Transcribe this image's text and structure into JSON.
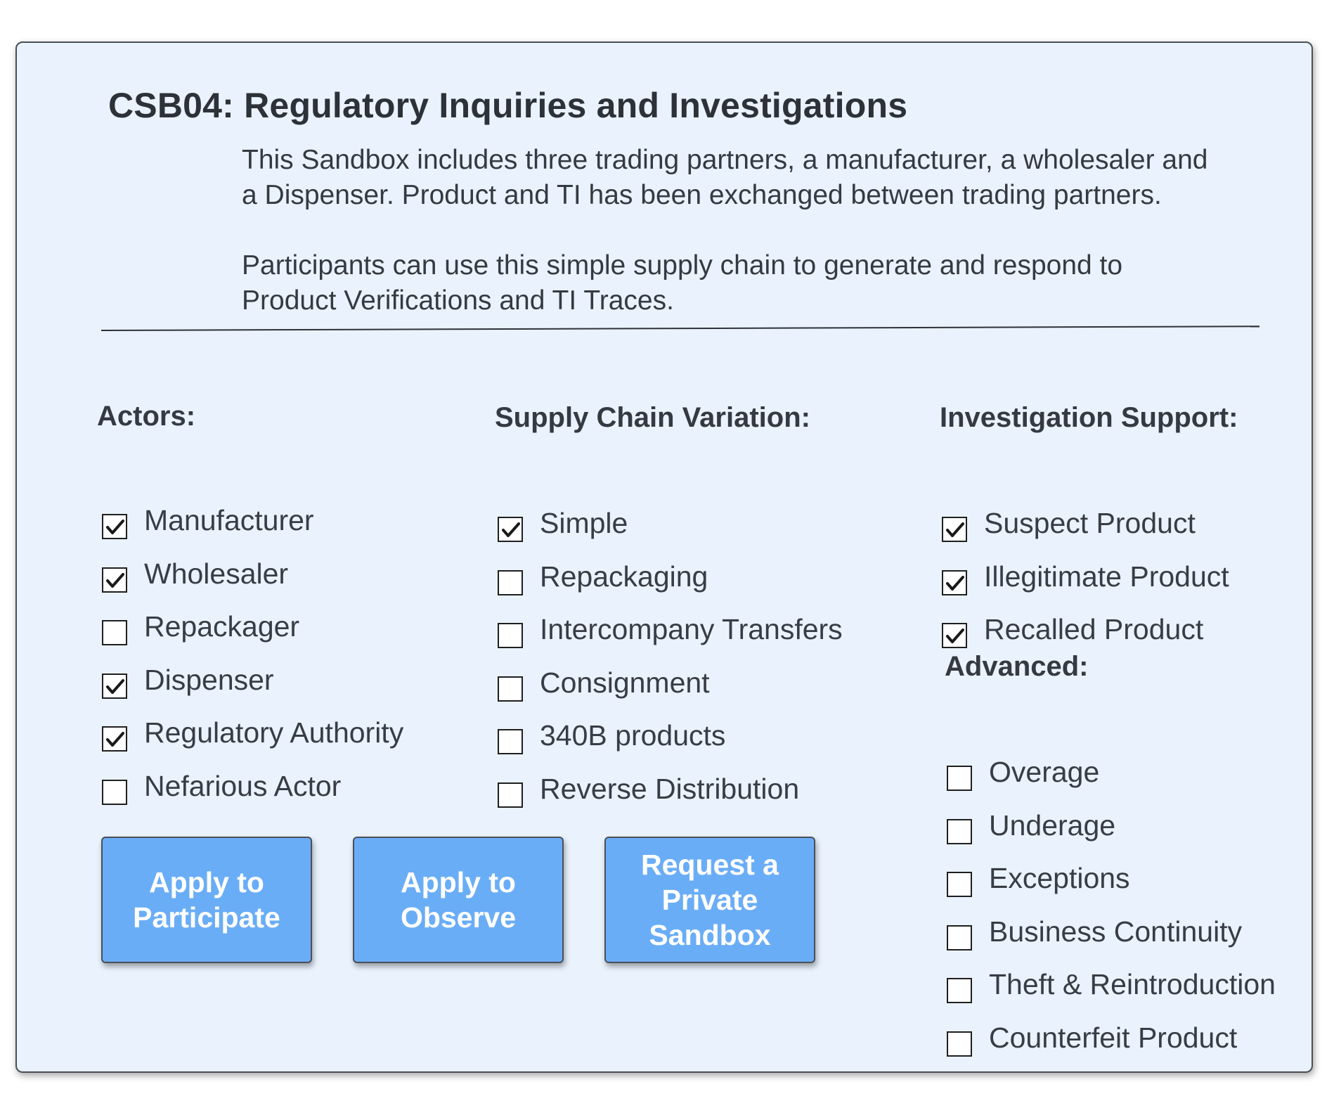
{
  "title": "CSB04: Regulatory Inquiries and Investigations",
  "description": {
    "paragraph1_line1": "This Sandbox includes three trading partners, a manufacturer, a wholesaler and",
    "paragraph1_line2": "a Dispenser. Product and TI has been exchanged between trading partners.",
    "paragraph2_line1": "Participants can use this simple supply chain to generate and respond to",
    "paragraph2_line2": "Product Verifications and TI Traces."
  },
  "actors": {
    "heading": "Actors:",
    "items": [
      {
        "label": "Manufacturer",
        "checked": true
      },
      {
        "label": "Wholesaler",
        "checked": true
      },
      {
        "label": "Repackager",
        "checked": false
      },
      {
        "label": "Dispenser",
        "checked": true
      },
      {
        "label": "Regulatory Authority",
        "checked": true
      },
      {
        "label": "Nefarious Actor",
        "checked": false
      }
    ]
  },
  "supply_chain": {
    "heading": "Supply Chain Variation:",
    "items": [
      {
        "label": "Simple",
        "checked": true
      },
      {
        "label": "Repackaging",
        "checked": false
      },
      {
        "label": "Intercompany Transfers",
        "checked": false
      },
      {
        "label": "Consignment",
        "checked": false
      },
      {
        "label": "340B products",
        "checked": false
      },
      {
        "label": "Reverse Distribution",
        "checked": false
      }
    ]
  },
  "investigation": {
    "heading": "Investigation Support:",
    "items": [
      {
        "label": "Suspect Product",
        "checked": true
      },
      {
        "label": "Illegitimate Product",
        "checked": true
      },
      {
        "label": "Recalled Product",
        "checked": true
      }
    ]
  },
  "advanced": {
    "heading": "Advanced:",
    "items": [
      {
        "label": "Overage",
        "checked": false
      },
      {
        "label": "Underage",
        "checked": false
      },
      {
        "label": "Exceptions",
        "checked": false
      },
      {
        "label": "Business Continuity",
        "checked": false
      },
      {
        "label": "Theft & Reintroduction",
        "checked": false
      },
      {
        "label": "Counterfeit Product",
        "checked": false
      }
    ]
  },
  "buttons": {
    "participate": "Apply to Participate",
    "observe": "Apply to Observe",
    "private": "Request a Private Sandbox"
  },
  "colors": {
    "card_background": "#eaf2fd",
    "button_background": "#6aadf7",
    "button_text": "#ffffff",
    "text": "#353a42"
  }
}
